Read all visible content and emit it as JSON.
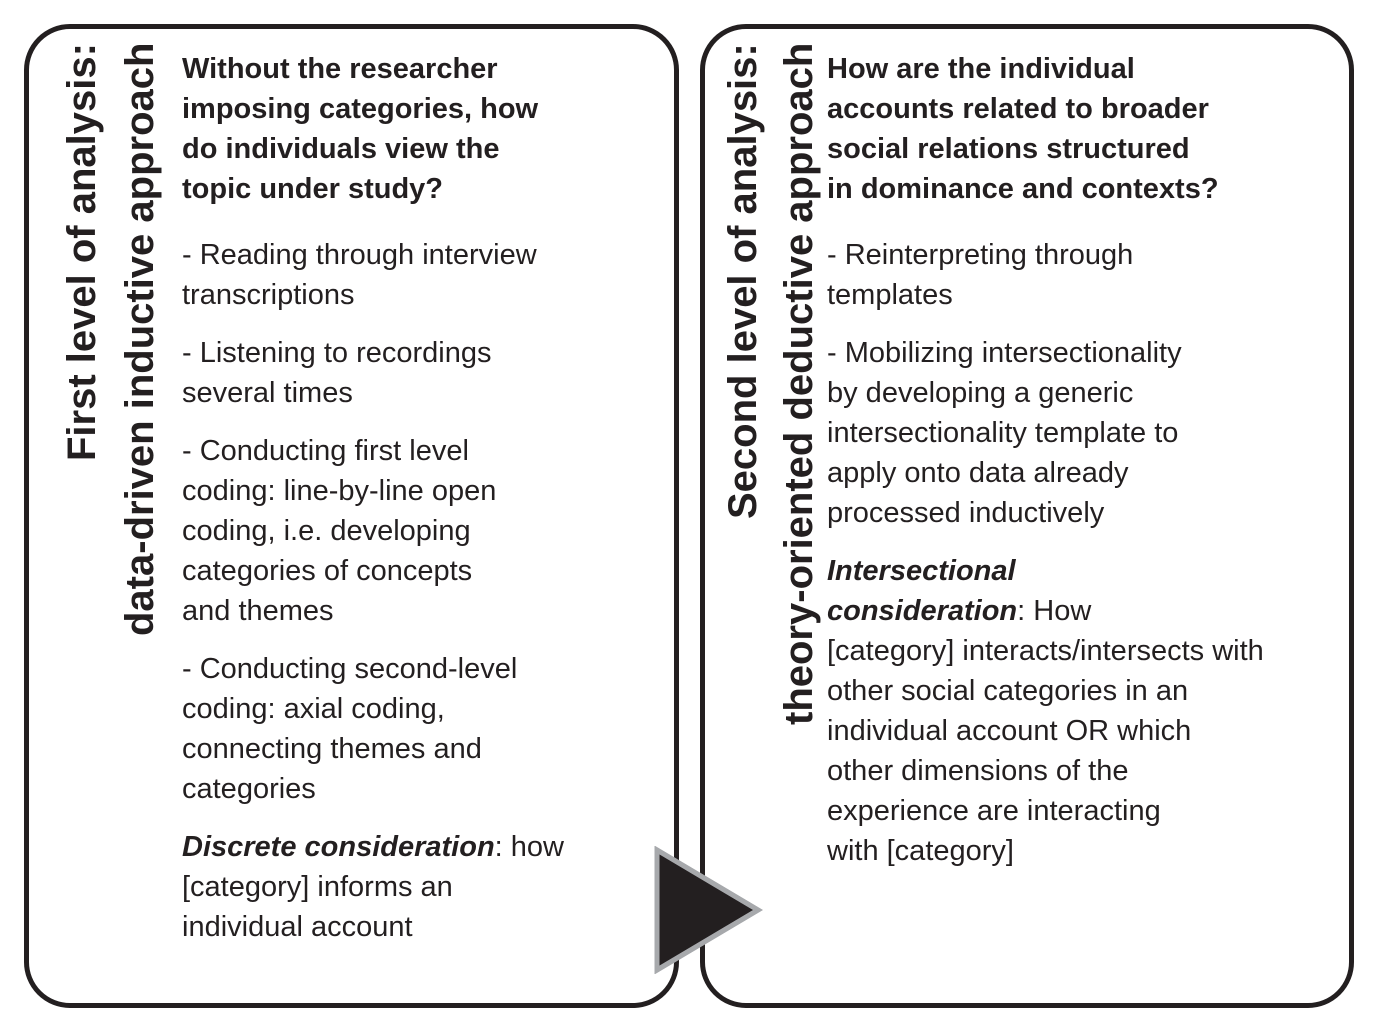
{
  "figure": {
    "background": "#ffffff",
    "text_color": "#231f20",
    "panel_border_color": "#231f20",
    "arrow": {
      "icon": "right-pointing-triangle",
      "fill": "#231f20",
      "stroke": "#a7a9ac"
    }
  },
  "panels": [
    {
      "id": "first-level-analysis",
      "side_label_line1": "First level of analysis:",
      "side_label_line2": "data-driven inductive approach",
      "heading": "Without the researcher\nimposing categories, how\ndo individuals view the\ntopic under study?",
      "bullets": [
        "- Reading through interview\ntranscriptions",
        "- Listening to recordings\nseveral times",
        "- Conducting first level\ncoding: line-by-line open\ncoding, i.e. developing\ncategories of concepts\nand themes",
        "- Conducting second-level\ncoding: axial coding,\nconnecting themes and\ncategories"
      ],
      "consideration_lead": "Discrete consideration",
      "consideration_rest": ": how\n[category] informs an\nindividual account"
    },
    {
      "id": "second-level-analysis",
      "side_label_line1": "Second level of analysis:",
      "side_label_line2": "theory-oriented deductive approach",
      "heading": "How are the individual\naccounts related to broader\nsocial relations structured\nin dominance and contexts?",
      "bullets": [
        "- Reinterpreting through\ntemplates",
        "- Mobilizing intersectionality\nby developing a generic\nintersectionality template to\napply onto data already\nprocessed inductively"
      ],
      "consideration_lead": "Intersectional\nconsideration",
      "consideration_rest": ": How\n[category] interacts/intersects with\nother social categories in an\nindividual account OR which\nother dimensions of the\nexperience are interacting\nwith [category]"
    }
  ]
}
